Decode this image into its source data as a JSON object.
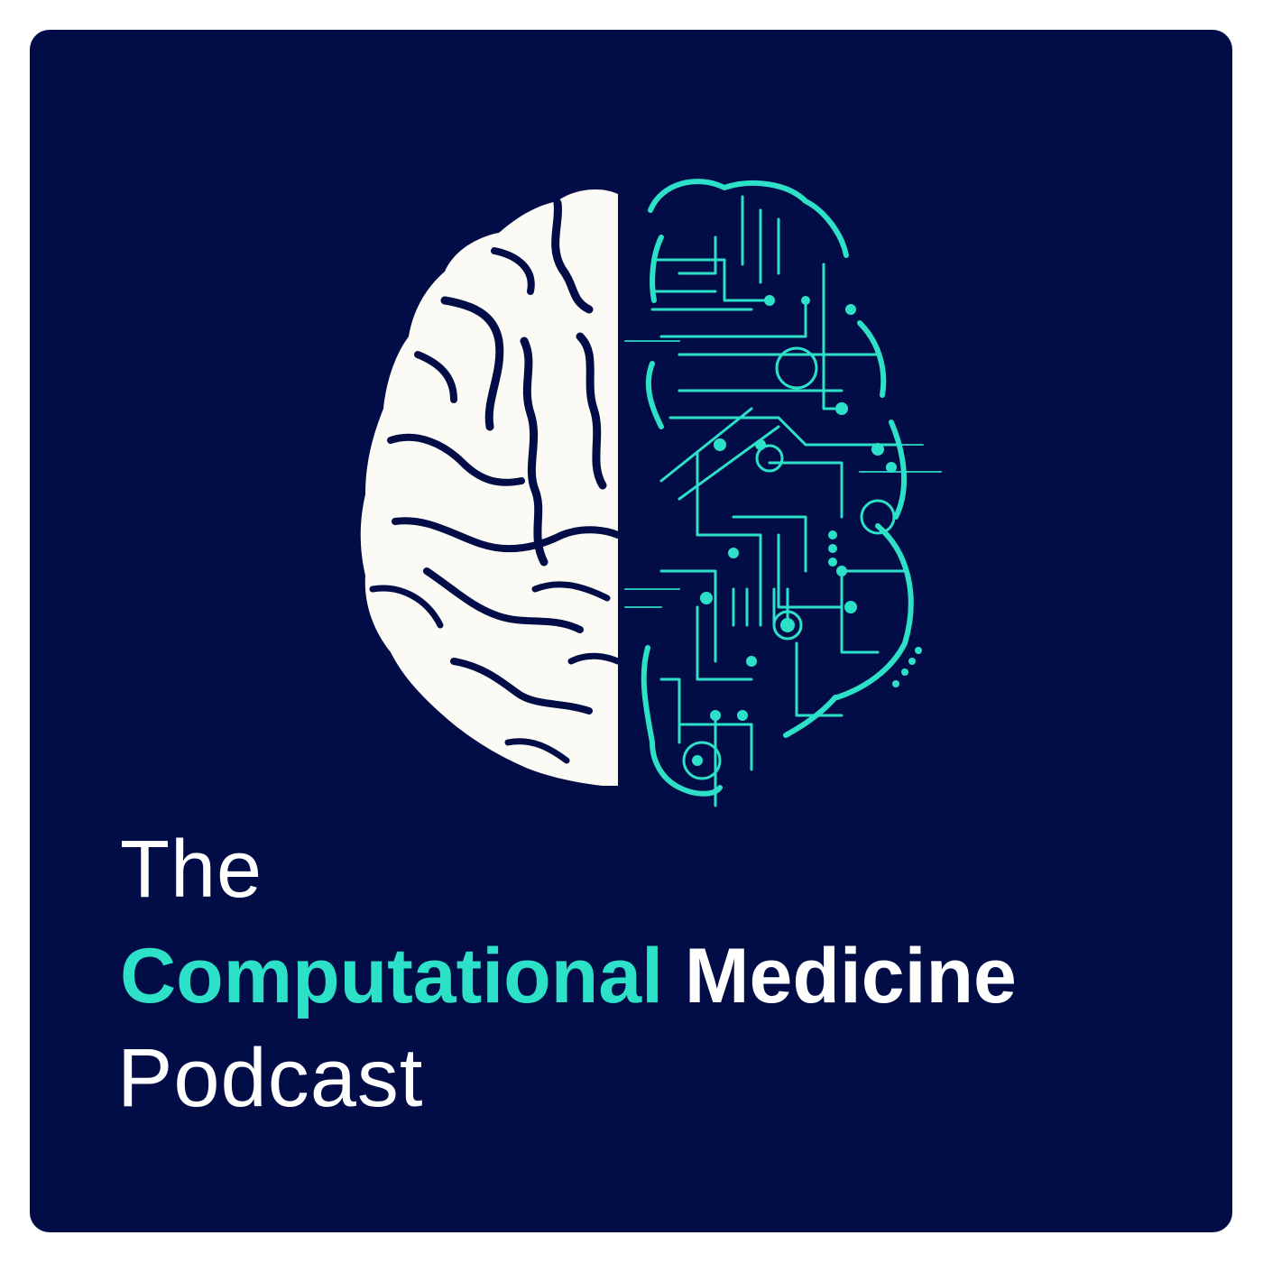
{
  "artwork": {
    "background_color": "#020d47",
    "accent_color": "#2de0c8",
    "text_color": "#ffffff",
    "icon": "brain-circuit-icon",
    "icon_left_half": "organic-brain-hemisphere",
    "icon_right_half": "circuit-board-hemisphere"
  },
  "title": {
    "line1": "The",
    "line2_accent": "Computational",
    "line2_white": "Medicine",
    "line3": "Podcast"
  }
}
